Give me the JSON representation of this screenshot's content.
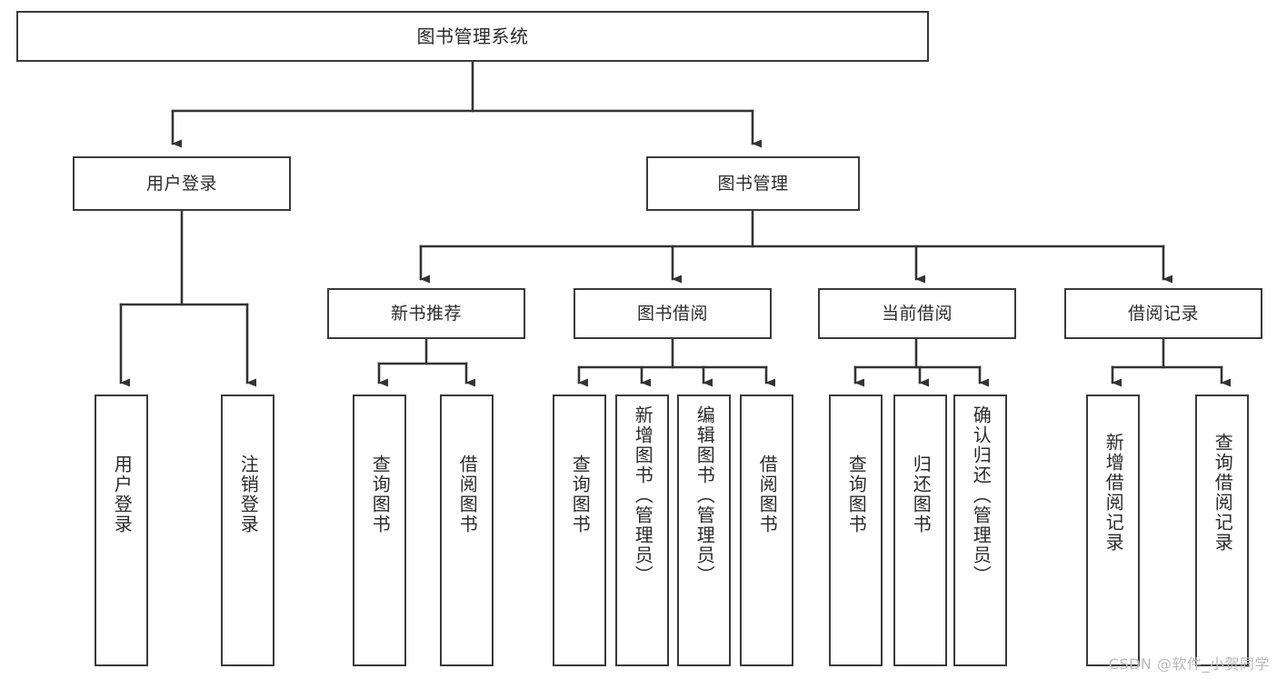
{
  "diagram": {
    "title": "图书管理系统",
    "type": "tree-hierarchy",
    "watermark": "CSDN @软件_小贺同学",
    "colors": {
      "box_border": "#3a3a3a",
      "box_fill": "#ffffff",
      "connector": "#333333",
      "text": "#2b2b2b",
      "watermark": "#b9b9b9",
      "background": "#ffffff"
    },
    "levels": {
      "root": {
        "label": "图书管理系统"
      },
      "level2": [
        {
          "label": "用户登录"
        },
        {
          "label": "图书管理"
        }
      ],
      "level3": [
        {
          "label": "新书推荐"
        },
        {
          "label": "图书借阅"
        },
        {
          "label": "当前借阅"
        },
        {
          "label": "借阅记录"
        }
      ],
      "leaves": {
        "user_login": [
          {
            "label": "用户登录"
          },
          {
            "label": "注销登录"
          }
        ],
        "new_book_recommend": [
          {
            "label": "查询图书"
          },
          {
            "label": "借阅图书"
          }
        ],
        "book_borrow": [
          {
            "label": "查询图书"
          },
          {
            "label": "新增图书（管理员）"
          },
          {
            "label": "编辑图书（管理员）"
          },
          {
            "label": "借阅图书"
          }
        ],
        "current_borrow": [
          {
            "label": "查询图书"
          },
          {
            "label": "归还图书"
          },
          {
            "label": "确认归还（管理员）"
          }
        ],
        "borrow_record": [
          {
            "label": "新增借阅记录"
          },
          {
            "label": "查询借阅记录"
          }
        ]
      }
    }
  }
}
